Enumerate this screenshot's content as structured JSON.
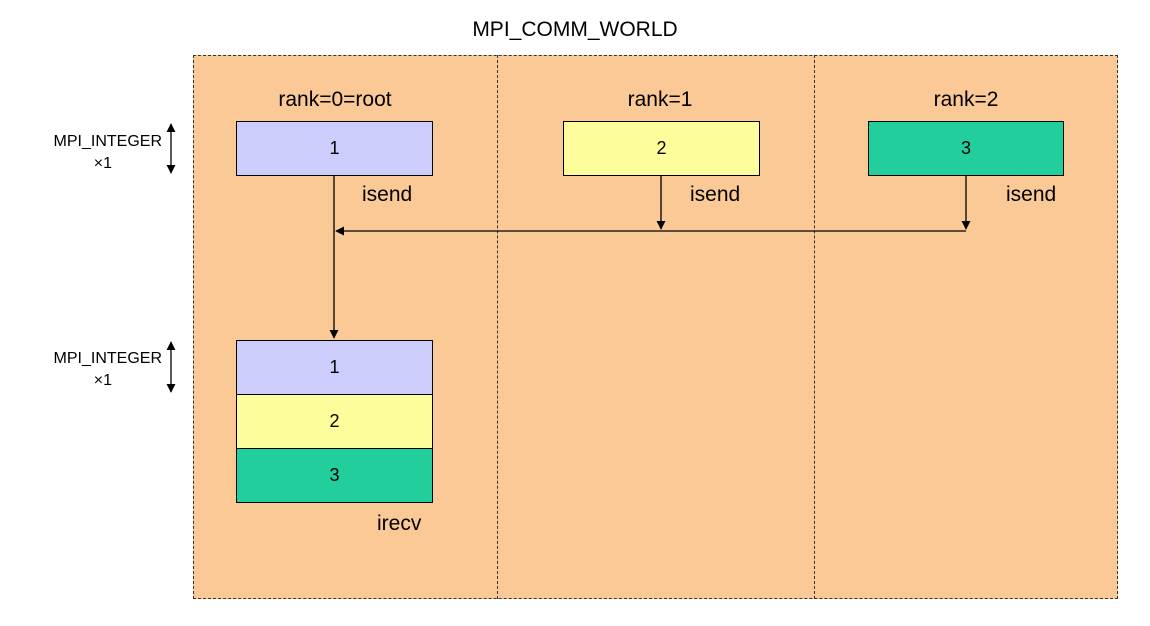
{
  "title": "MPI_COMM_WORLD",
  "ranks": [
    {
      "label": "rank=0=root",
      "send_value": "1",
      "send_op": "isend",
      "color": "#ccccfd"
    },
    {
      "label": "rank=1",
      "send_value": "2",
      "send_op": "isend",
      "color": "#fefd9c"
    },
    {
      "label": "rank=2",
      "send_value": "3",
      "send_op": "isend",
      "color": "#22ce9b"
    }
  ],
  "recv": {
    "values": [
      "1",
      "2",
      "3"
    ],
    "op": "irecv"
  },
  "side_labels": [
    {
      "line1": "MPI_INTEGER",
      "line2": "×1"
    },
    {
      "line1": "MPI_INTEGER",
      "line2": "×1"
    }
  ],
  "colors": {
    "world_bg": "#fbc995",
    "border": "#333333"
  }
}
